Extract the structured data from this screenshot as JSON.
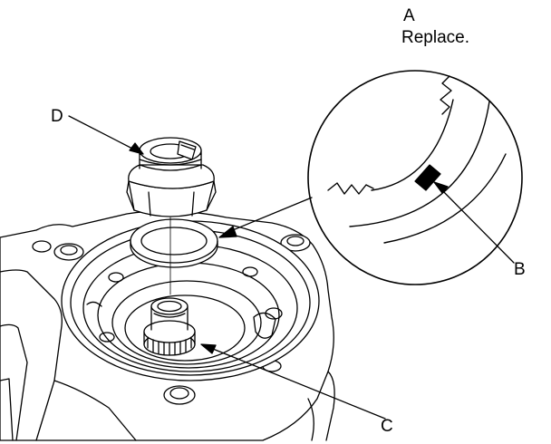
{
  "callouts": {
    "a": "A",
    "a_note": "Replace.",
    "b": "B",
    "c": "C",
    "d": "D"
  },
  "colors": {
    "line": "#000000",
    "background": "#ffffff"
  }
}
